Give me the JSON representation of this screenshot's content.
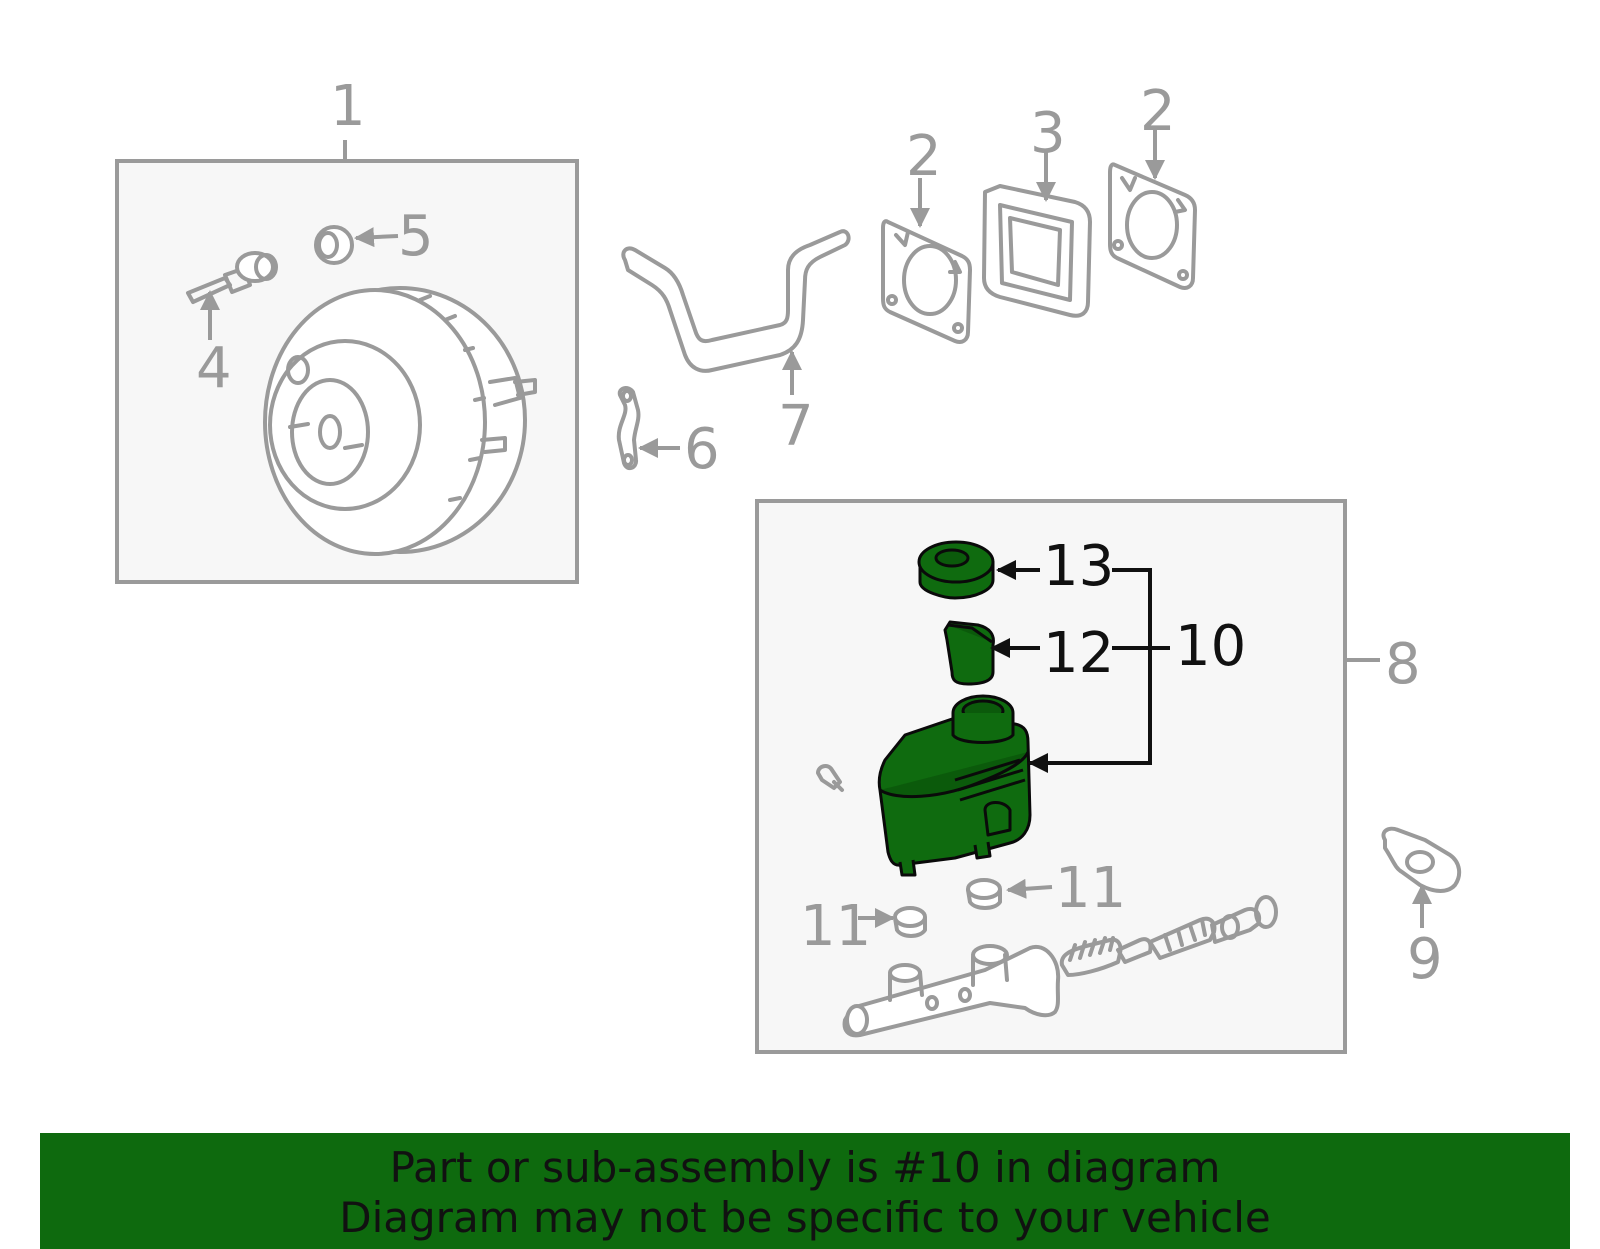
{
  "callouts": {
    "c1": "1",
    "c2a": "2",
    "c2b": "2",
    "c3": "3",
    "c4": "4",
    "c5": "5",
    "c6": "6",
    "c7": "7",
    "c8": "8",
    "c9": "9",
    "c10": "10",
    "c11a": "11",
    "c11b": "11",
    "c12": "12",
    "c13": "13"
  },
  "highlight_color": "#0e6a0e",
  "banner": {
    "line1": "Part or sub-assembly is #10 in diagram",
    "line2": "Diagram may not be specific to your vehicle"
  }
}
